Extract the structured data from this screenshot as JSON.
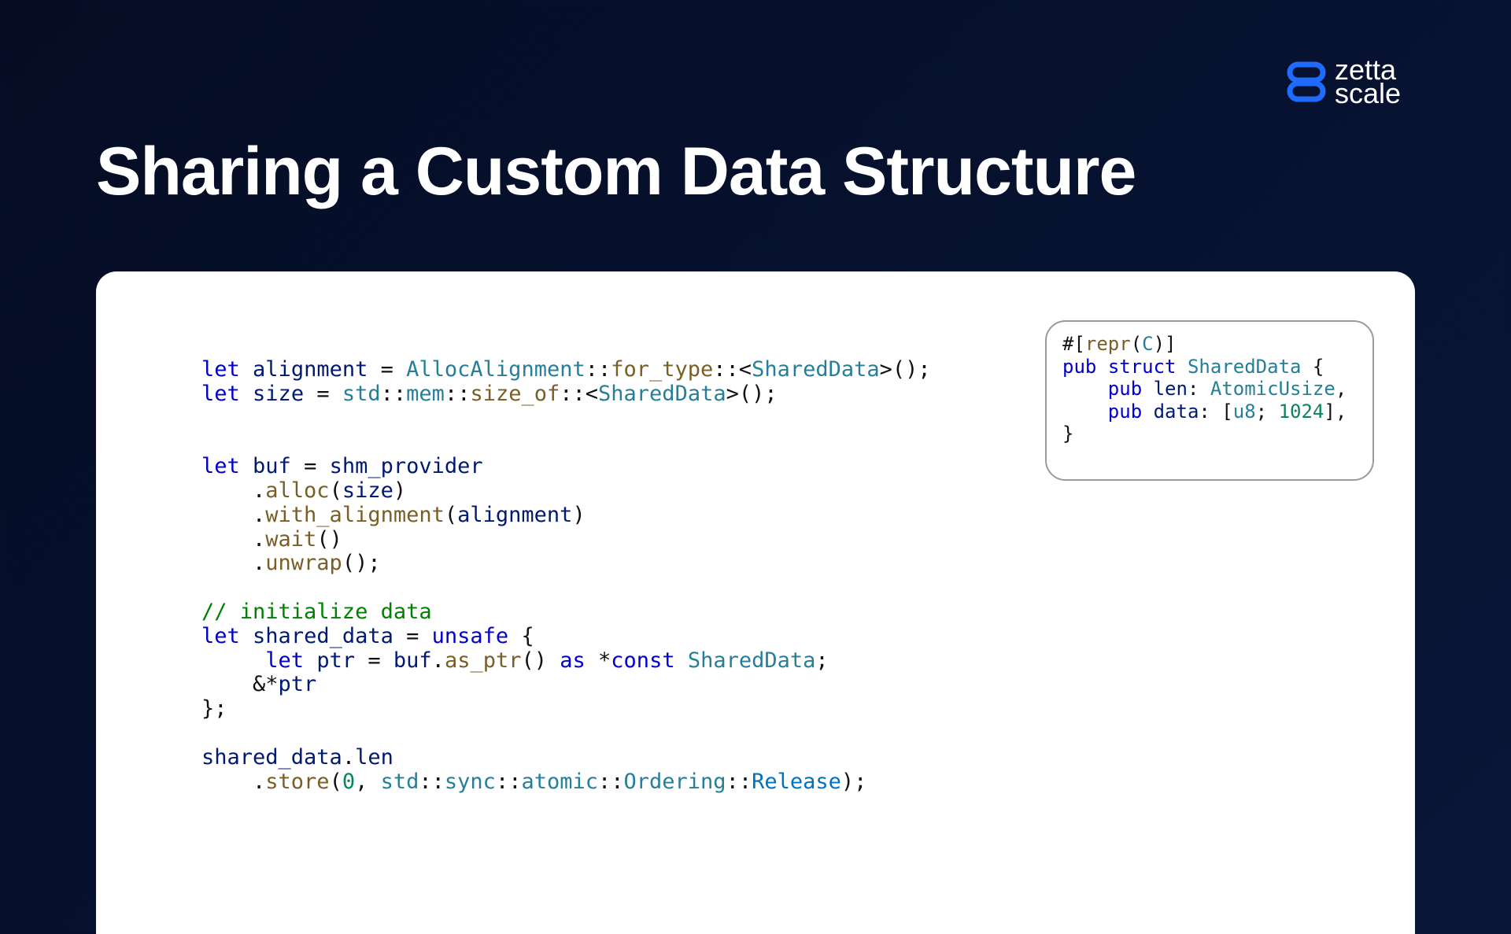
{
  "brand": {
    "logo_line1": "zetta",
    "logo_line2": "scale",
    "accent_color": "#1f6bff",
    "icon": "zettascale-logo-icon"
  },
  "slide": {
    "title": "Sharing a Custom Data Structure"
  },
  "code_main": {
    "language": "rust",
    "lines": [
      "let alignment = AllocAlignment::for_type::<SharedData>();",
      "let size = std::mem::size_of::<SharedData>();",
      "",
      "",
      "let buf = shm_provider",
      "    .alloc(size)",
      "    .with_alignment(alignment)",
      "    .wait()",
      "    .unwrap();",
      "",
      "// initialize data",
      "let shared_data = unsafe {",
      "     let ptr = buf.as_ptr() as *const SharedData;",
      "    &*ptr",
      "};",
      "",
      "shared_data.len",
      "    .store(0, std::sync::atomic::Ordering::Release);"
    ]
  },
  "code_struct": {
    "language": "rust",
    "lines": [
      "#[repr(C)]",
      "pub struct SharedData {",
      "    pub len: AtomicUsize,",
      "    pub data: [u8; 1024],",
      "}"
    ]
  }
}
